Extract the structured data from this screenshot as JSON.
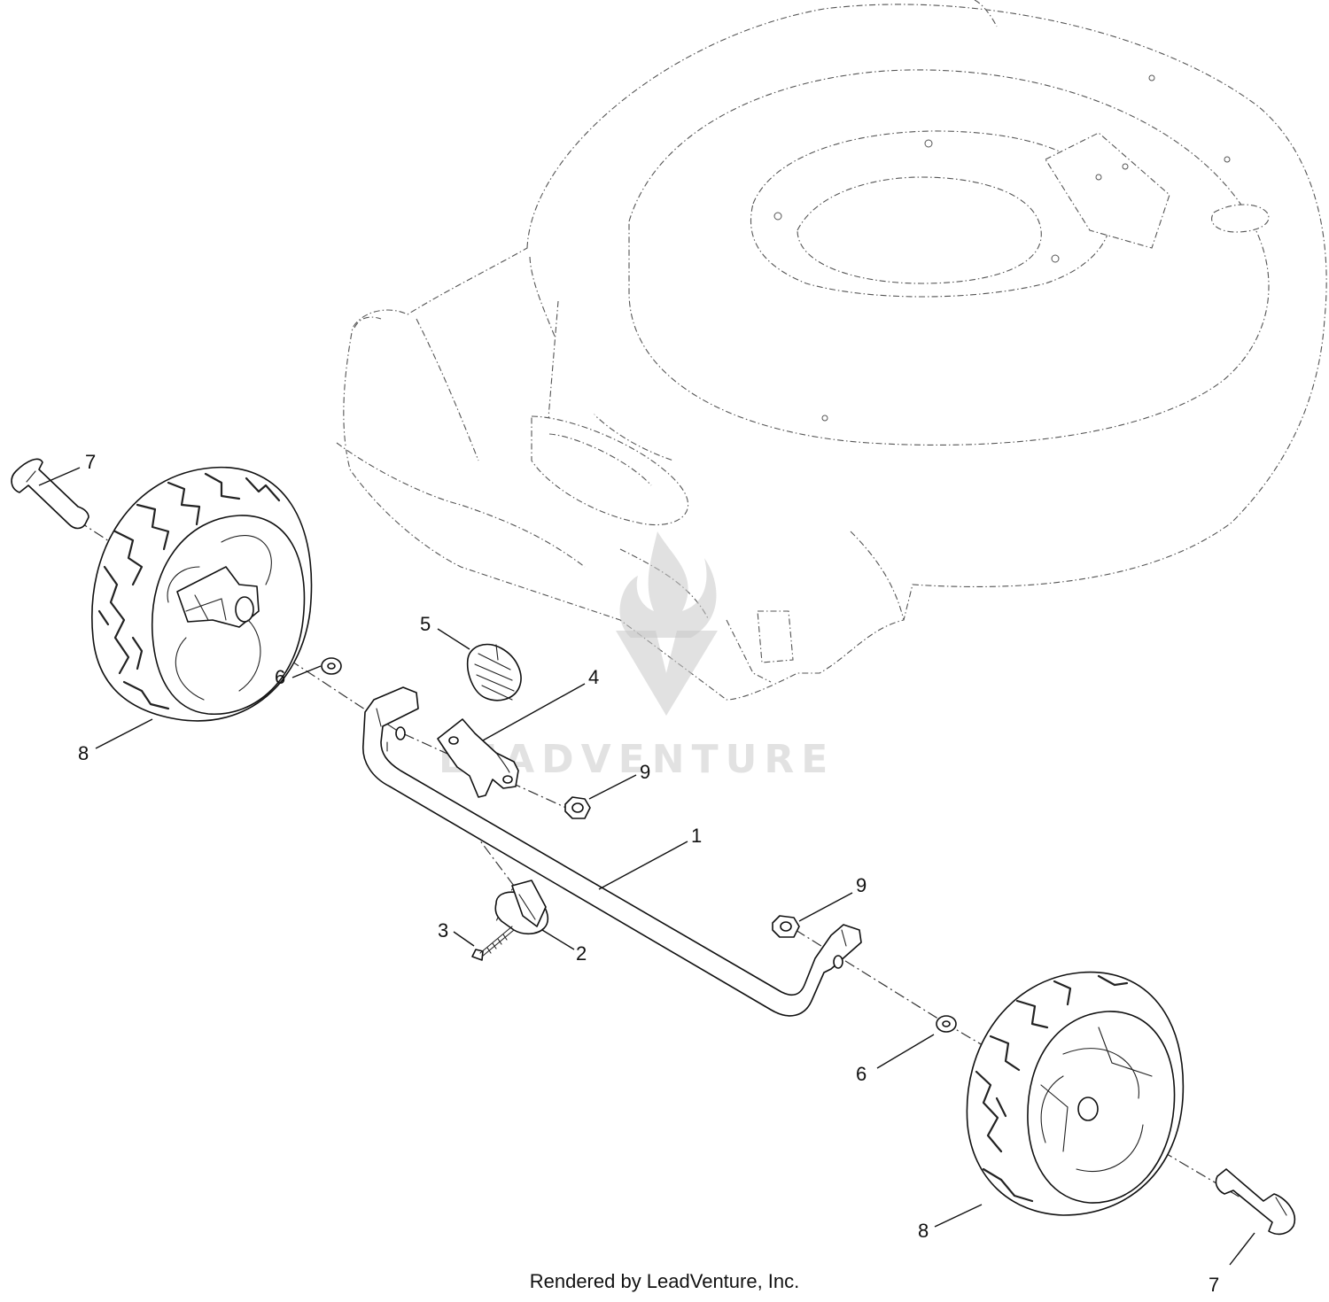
{
  "diagram": {
    "callouts": [
      "7",
      "5",
      "4",
      "6",
      "8",
      "9",
      "1",
      "3",
      "2",
      "9",
      "6",
      "8",
      "7"
    ],
    "watermark": "LEADVENTURE",
    "footer": "Rendered by LeadVenture, Inc."
  }
}
